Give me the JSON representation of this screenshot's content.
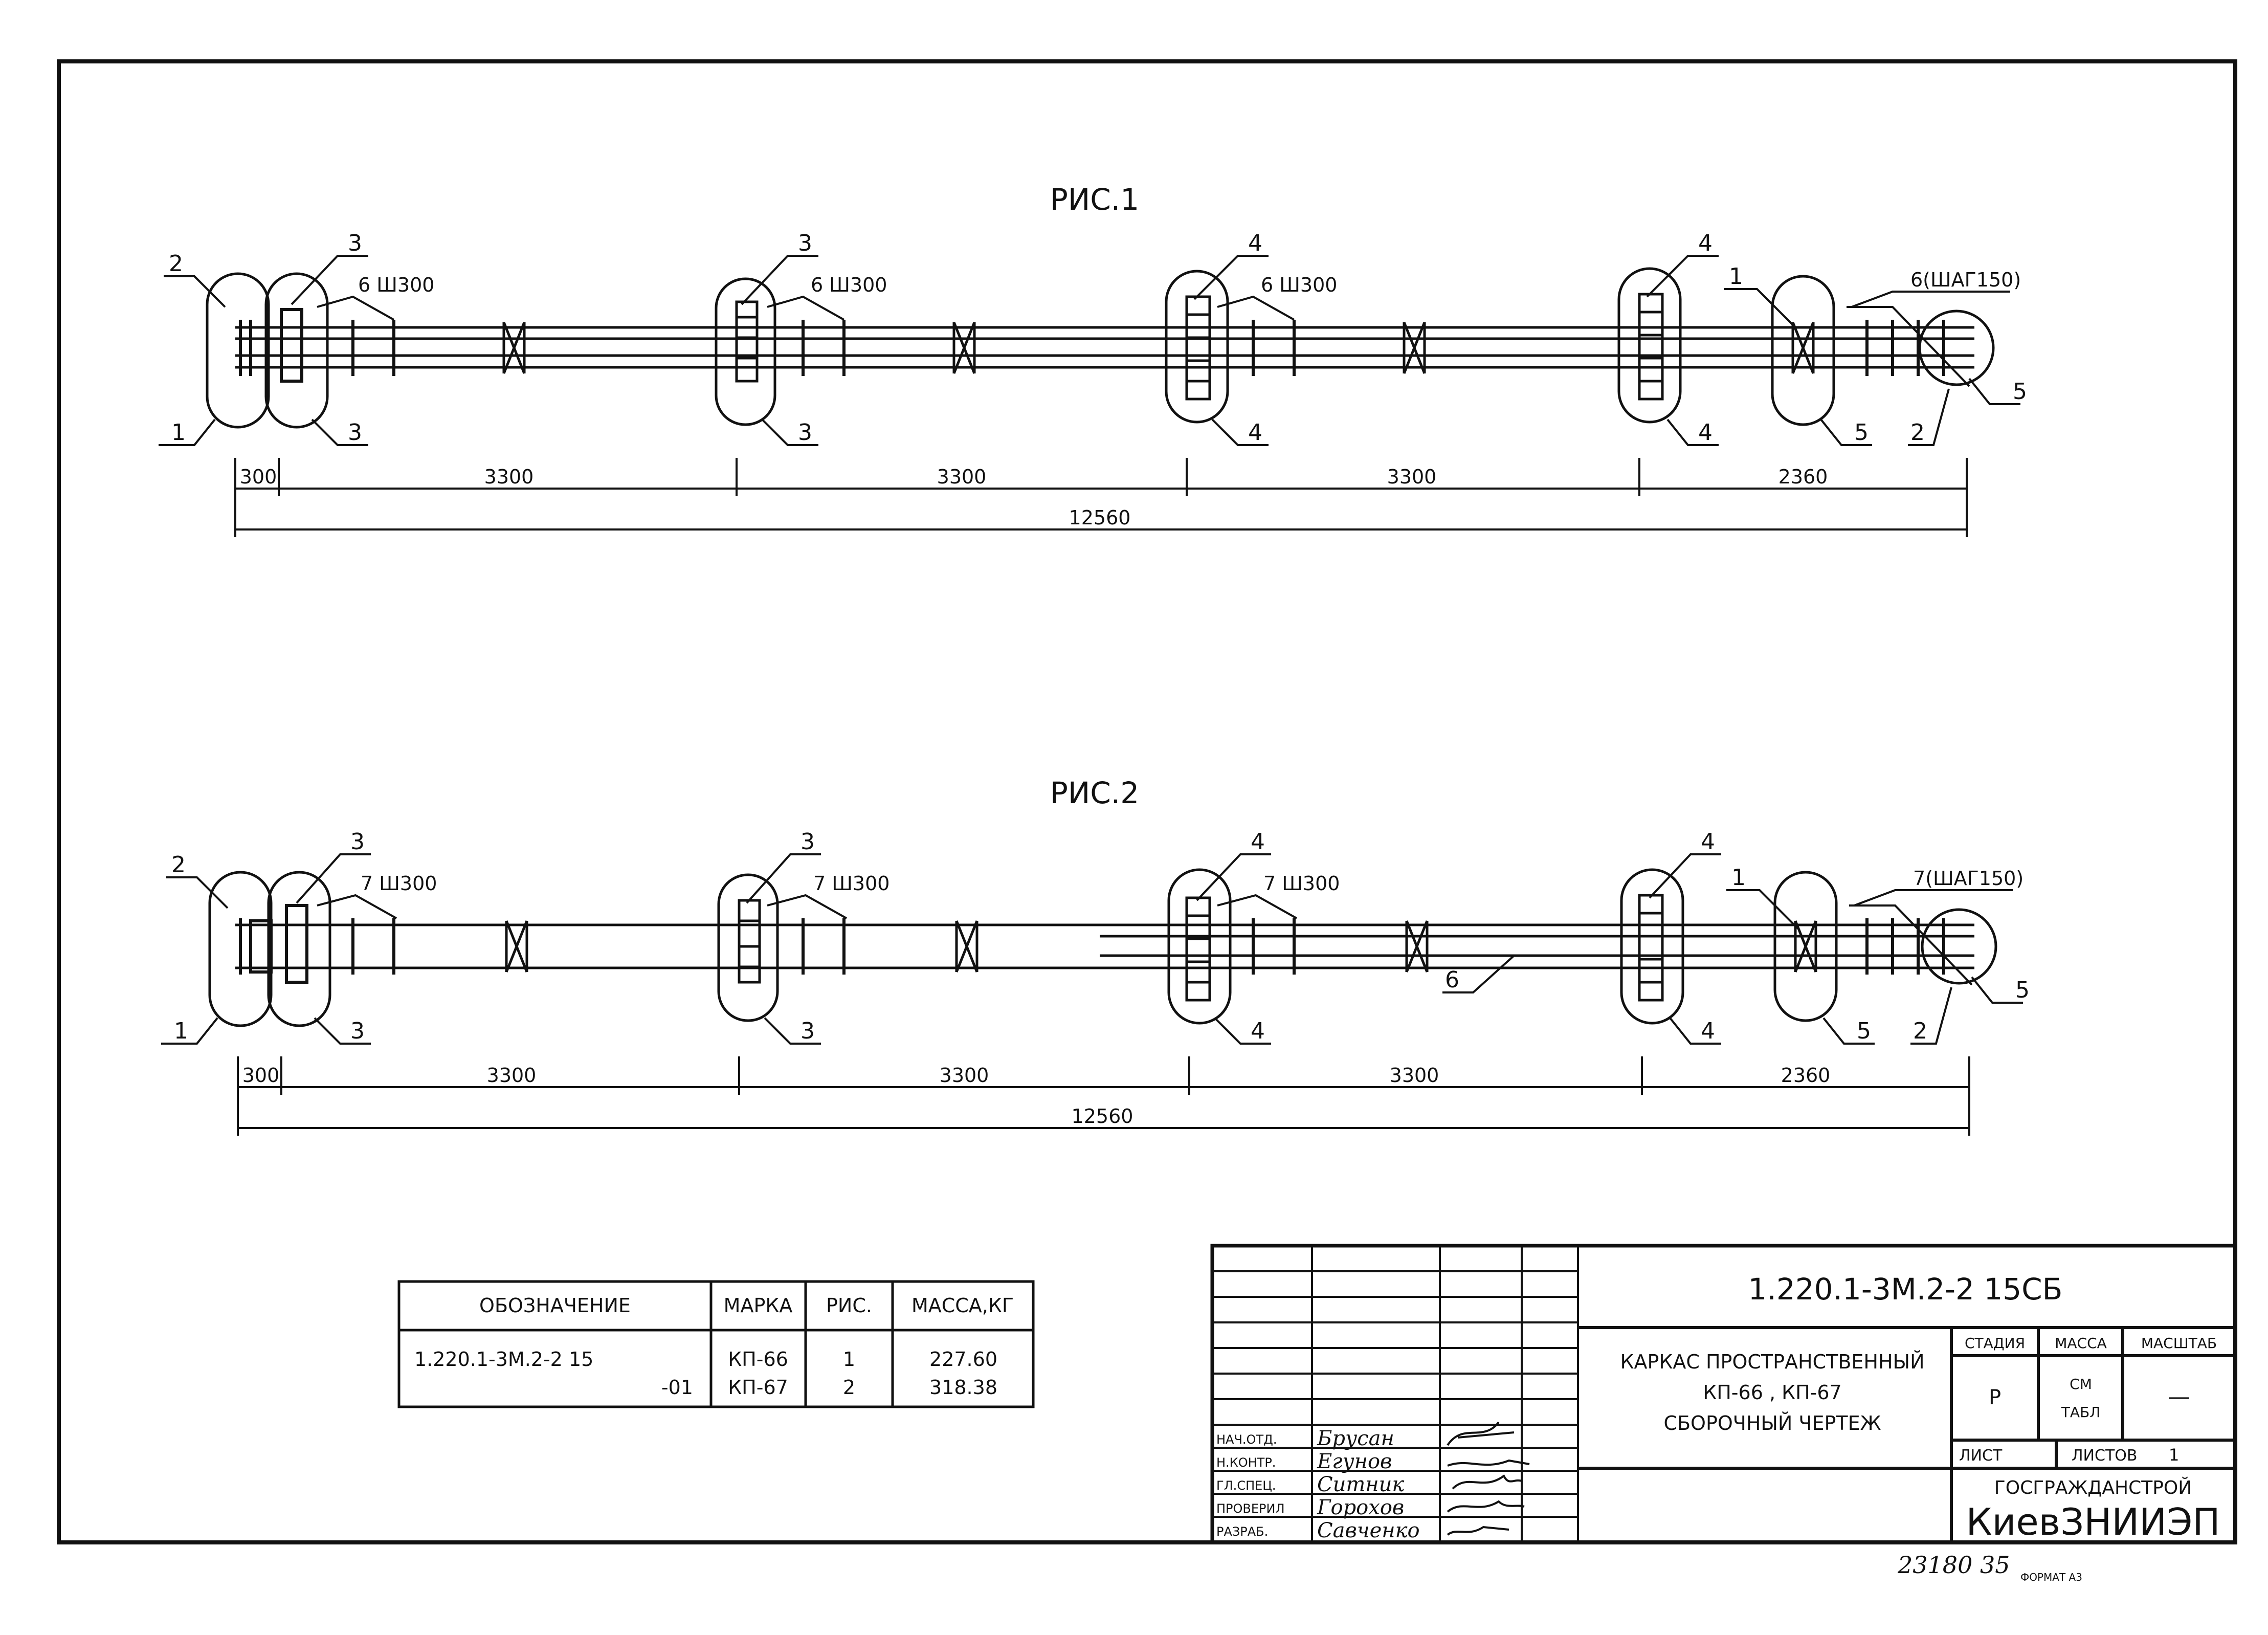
{
  "figures": [
    {
      "title": "РИС.1",
      "callouts": {
        "n1": "1",
        "n2": "2",
        "n3a": "3",
        "n3b": "3",
        "n3c": "3",
        "n3d": "3",
        "n4a": "4",
        "n4b": "4",
        "n4c": "4",
        "n4d": "4",
        "n1b": "1",
        "n5a": "5",
        "n5b": "5",
        "n2b": "2",
        "s1": "6 Ш300",
        "s2": "6 Ш300",
        "s3": "6 Ш300",
        "s4": "6(ШАГ150)"
      },
      "dims": [
        "300",
        "3300",
        "3300",
        "3300",
        "2360"
      ],
      "total": "12560"
    },
    {
      "title": "РИС.2",
      "callouts": {
        "n1": "1",
        "n2": "2",
        "n3a": "3",
        "n3b": "3",
        "n3c": "3",
        "n3d": "3",
        "n4a": "4",
        "n4b": "4",
        "n4c": "4",
        "n4d": "4",
        "n1b": "1",
        "n5a": "5",
        "n5b": "5",
        "n2b": "2",
        "n6": "6",
        "s1": "7 Ш300",
        "s2": "7 Ш300",
        "s3": "7 Ш300",
        "s4": "7(ШАГ150)"
      },
      "dims": [
        "300",
        "3300",
        "3300",
        "3300",
        "2360"
      ],
      "total": "12560"
    }
  ],
  "spec_table": {
    "headers": [
      "ОБОЗНАЧЕНИЕ",
      "МАРКА",
      "РИС.",
      "МАССА,КГ"
    ],
    "row1": {
      "designation": "1.220.1-3М.2-2 15",
      "marka": "КП-66",
      "ris": "1",
      "mass": "227.60"
    },
    "row2": {
      "designation": "-01",
      "marka": "КП-67",
      "ris": "2",
      "mass": "318.38"
    }
  },
  "title_block": {
    "code": "1.220.1-3М.2-2 15СБ",
    "name1": "КАРКАС ПРОСТРАНСТВЕННЫЙ",
    "name2": "КП-66 , КП-67",
    "name3": "СБОРОЧНЫЙ ЧЕРТЕЖ",
    "stage_label": "СТАДИЯ",
    "mass_label": "МАССА",
    "scale_label": "МАСШТАБ",
    "stage": "Р",
    "mass_value1": "СМ",
    "mass_value2": "ТАБЛ",
    "scale": "—",
    "sheet_label": "ЛИСТ",
    "sheets_label": "ЛИСТОВ",
    "sheets": "1",
    "org1": "ГОСГРАЖДАНСТРОЙ",
    "org2": "КиевЗНИИЭП",
    "roles": [
      {
        "role": "НАЧ.ОТД.",
        "name": "Брусан"
      },
      {
        "role": "Н.КОНТР.",
        "name": "Егунов"
      },
      {
        "role": "ГЛ.СПЕЦ.",
        "name": "Ситник"
      },
      {
        "role": "ПРОВЕРИЛ",
        "name": "Горохов"
      },
      {
        "role": "РАЗРАБ.",
        "name": "Савченко"
      }
    ]
  },
  "footer": {
    "number": "23180 35",
    "format": "ФОРМАТ А3"
  }
}
